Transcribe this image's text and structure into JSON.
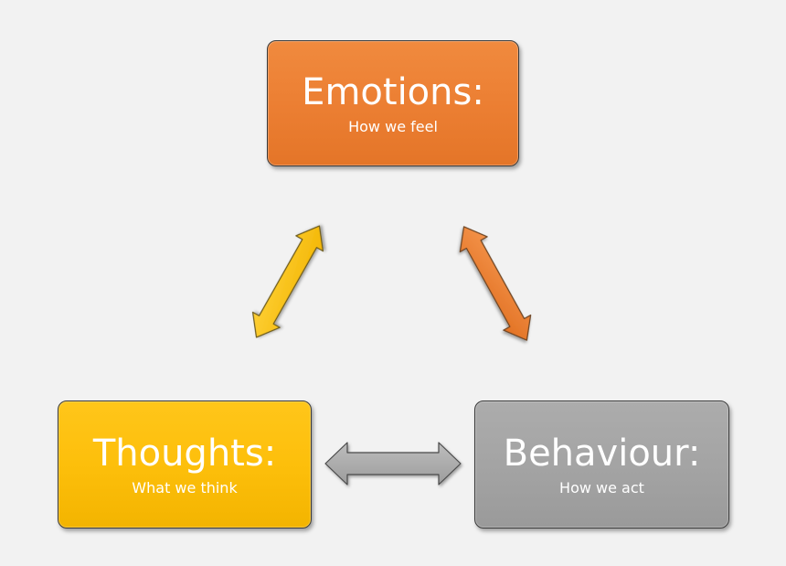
{
  "nodes": {
    "emotions": {
      "title": "Emotions:",
      "subtitle": "How we feel",
      "color": "#ec7f33"
    },
    "thoughts": {
      "title": "Thoughts:",
      "subtitle": "What we think",
      "color": "#fdbf0b"
    },
    "behaviour": {
      "title": "Behaviour:",
      "subtitle": "How we act",
      "color": "#a4a4a4"
    }
  },
  "connections": [
    {
      "from": "thoughts",
      "to": "emotions",
      "type": "bidirectional",
      "color": "#fdbf0b"
    },
    {
      "from": "emotions",
      "to": "behaviour",
      "type": "bidirectional",
      "color": "#ec7f33"
    },
    {
      "from": "thoughts",
      "to": "behaviour",
      "type": "bidirectional",
      "color": "#a4a4a4"
    }
  ],
  "background": "#f2f2f2"
}
